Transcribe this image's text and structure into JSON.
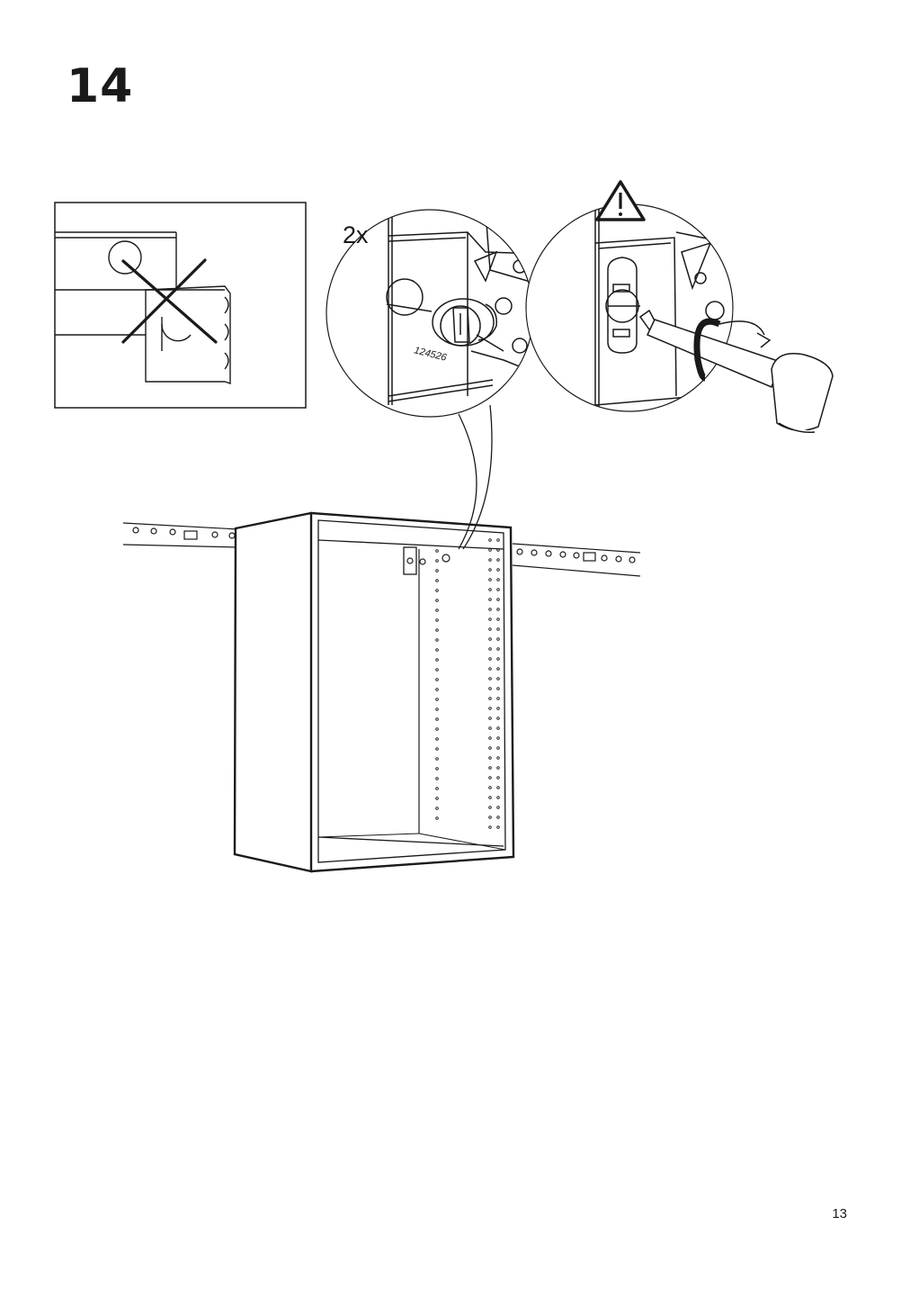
{
  "step": {
    "number": "14"
  },
  "callout": {
    "quantity": "2x",
    "part_number": "124526",
    "warning_icon": "warning-triangle-icon",
    "wrong_icon": "cross-icon",
    "tool_icon": "screwdriver-icon",
    "rotate_icon": "rotate-arrow-icon"
  },
  "page": {
    "number": "13"
  }
}
